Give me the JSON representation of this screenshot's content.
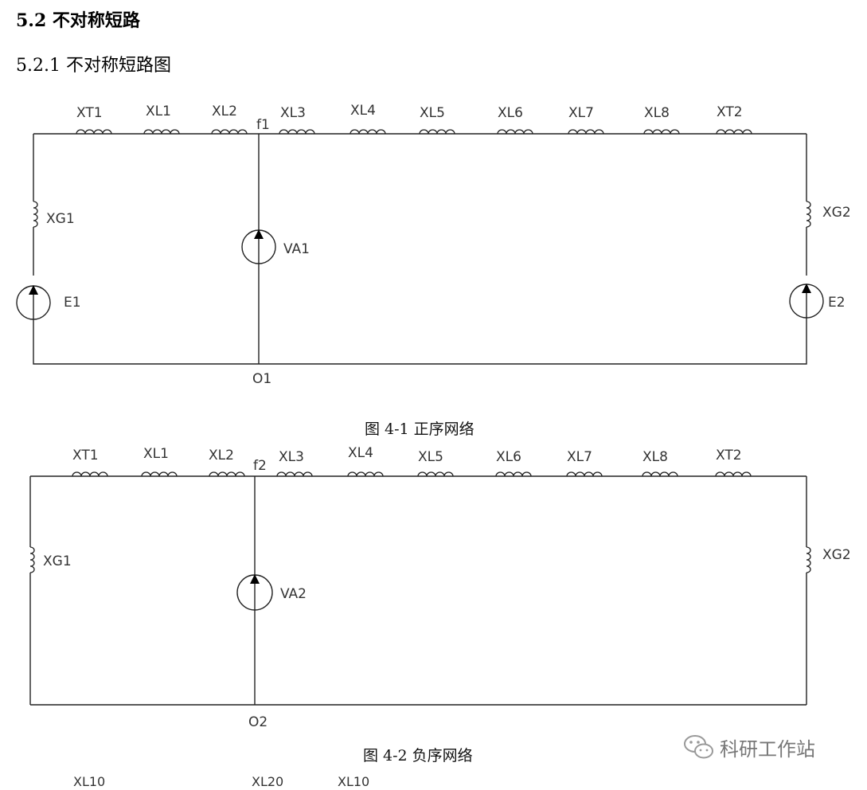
{
  "headings": {
    "section": "5.2 不对称短路",
    "subsection": "5.2.1 不对称短路图"
  },
  "diagram1": {
    "caption": "图 4-1 正序网络",
    "top_labels": [
      "XT1",
      "XL1",
      "XL2",
      "XL3",
      "XL4",
      "XL5",
      "XL6",
      "XL7",
      "XL8",
      "XT2"
    ],
    "fault": "f1",
    "ground": "O1",
    "left_reactance": "XG1",
    "right_reactance": "XG2",
    "center_source": "VA1",
    "left_source": "E1",
    "right_source": "E2"
  },
  "diagram2": {
    "caption": "图 4-2 负序网络",
    "top_labels": [
      "XT1",
      "XL1",
      "XL2",
      "XL3",
      "XL4",
      "XL5",
      "XL6",
      "XL7",
      "XL8",
      "XT2"
    ],
    "fault": "f2",
    "ground": "O2",
    "left_reactance": "XG1",
    "right_reactance": "XG2",
    "center_source": "VA2"
  },
  "watermark": {
    "text": "科研工作站",
    "icon": "wechat-icon"
  },
  "cutoff_labels": [
    "XL10",
    "XL20",
    "XL10"
  ]
}
